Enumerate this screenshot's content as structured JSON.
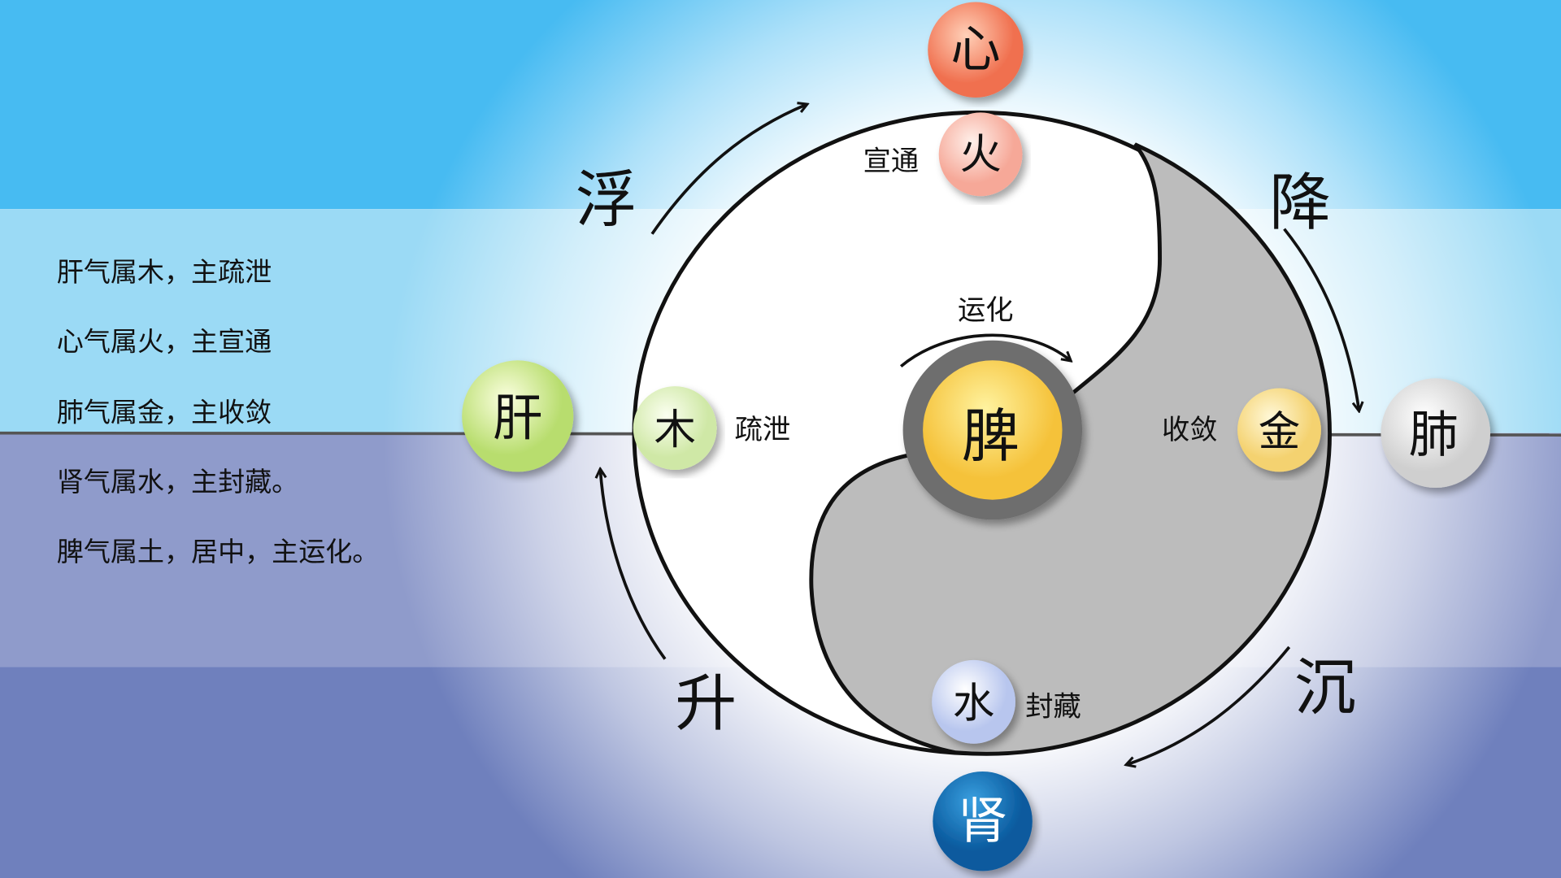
{
  "side_text": [
    "肝气属木，主疏泄",
    "心气属火，主宣通",
    "肺气属金，主收敛",
    "肾气属水，主封藏。",
    "脾气属土，居中，主运化。"
  ],
  "organs": {
    "heart": "心",
    "liver": "肝",
    "lung": "肺",
    "kidney": "肾",
    "spleen": "脾"
  },
  "elements": {
    "fire": "火",
    "wood": "木",
    "metal": "金",
    "water": "水"
  },
  "functions": {
    "fire": "宣通",
    "wood": "疏泄",
    "metal": "收敛",
    "water": "封藏",
    "spleen": "运化"
  },
  "motions": {
    "float": "浮",
    "descend": "降",
    "rise": "升",
    "sink": "沉"
  },
  "colors": {
    "band1": "#47bbf2",
    "band2": "#9bdaf5",
    "band3": "#8f9bcb",
    "band4": "#6f80bd"
  }
}
